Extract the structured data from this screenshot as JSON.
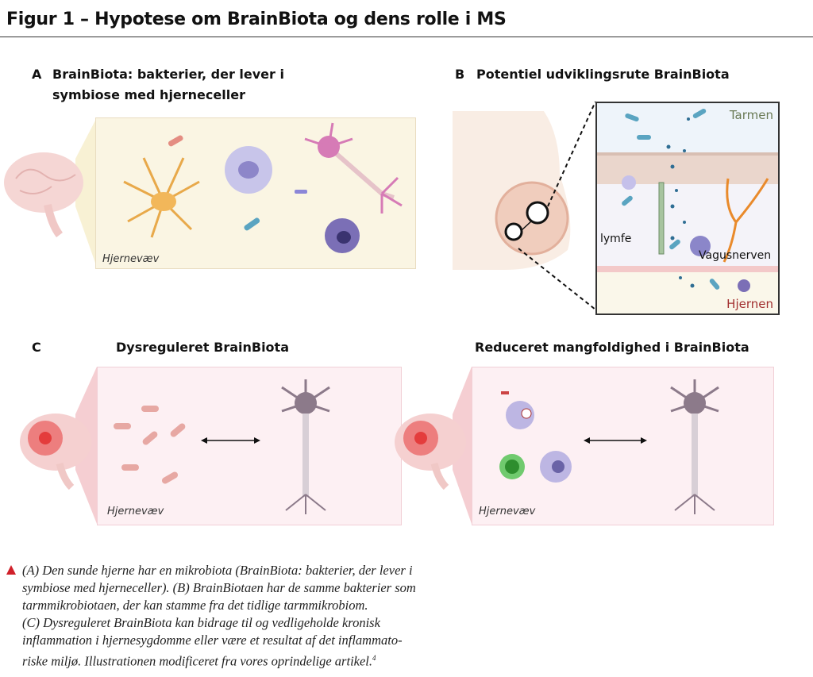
{
  "title": "Figur 1 – Hypotese om BrainBiota og dens rolle i MS",
  "panel_a": {
    "letter": "A",
    "heading_line1": "BrainBiota: bakterier, der lever  i",
    "heading_line2": "symbiose med hjerneceller",
    "tissue_label": "Hjernevæv"
  },
  "panel_b": {
    "letter": "B",
    "heading": "Potentiel udviklingsrute BrainBiota",
    "gut_label": "Tarmen",
    "lymph_label": "lymfe",
    "vagus_label": "Vagusnerven",
    "brain_label": "Hjernen"
  },
  "panel_c": {
    "letter": "C",
    "left_heading": "Dysreguleret BrainBiota",
    "right_heading": "Reduceret mangfoldighed i BrainBiota",
    "left_tissue_label": "Hjernevæv",
    "right_tissue_label": "Hjernevæv"
  },
  "caption": {
    "lines": [
      "(A) Den sunde hjerne har en mikrobiota (BrainBiota: bakterier, der lever i",
      "symbiose med hjerneceller). (B) BrainBiotaen har de samme bakterier som",
      "tarmmikrobiotaen, der kan stamme fra det tidlige tarmmikrobiom.",
      "(C) Dysreguleret BrainBiota kan bidrage til og vedligeholde kronisk",
      "inflammation i hjernesygdomme eller være et resultat af det inflammato-",
      "riske miljø. Illustrationen modificeret fra vores oprindelige artikel."
    ],
    "footnote": "4"
  },
  "colors": {
    "accent": "#d0202a",
    "panel_a_bg": "#faf5e3",
    "panel_c_bg": "#fdf0f3"
  }
}
